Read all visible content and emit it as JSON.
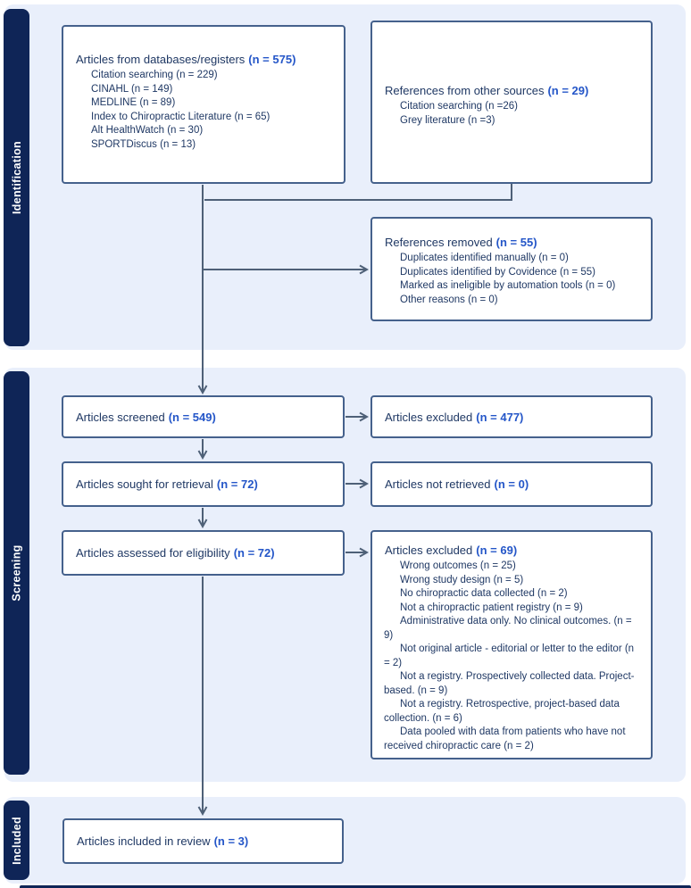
{
  "sidebar": {
    "identification_label": "Identification",
    "screening_label": "Screening",
    "included_label": "Included"
  },
  "boxes": {
    "databases": {
      "title": "Articles from databases/registers",
      "n": "(n = 575)",
      "details": [
        "Citation searching (n = 229)",
        "CINAHL (n = 149)",
        "MEDLINE (n = 89)",
        "Index to Chiropractic Literature (n = 65)",
        "Alt HealthWatch (n = 30)",
        "SPORTDiscus (n = 13)"
      ]
    },
    "other_sources": {
      "title": "References from other sources",
      "n": "(n = 29)",
      "details": [
        "Citation searching (n =26)",
        "Grey literature (n =3)"
      ]
    },
    "references_removed": {
      "title": "References removed",
      "n": "(n = 55)",
      "details": [
        "Duplicates identified manually (n = 0)",
        "Duplicates identified by Covidence (n = 55)",
        "Marked as ineligible by automation tools (n = 0)",
        "Other reasons (n = 0)"
      ]
    },
    "screened": {
      "title": "Articles screened",
      "n": "(n = 549)"
    },
    "excluded_screening": {
      "title": "Articles excluded",
      "n": "(n = 477)"
    },
    "sought": {
      "title": "Articles sought for retrieval",
      "n": "(n = 72)"
    },
    "not_retrieved": {
      "title": "Articles not retrieved",
      "n": "(n = 0)"
    },
    "assessed": {
      "title": "Articles assessed for eligibility",
      "n": "(n = 72)"
    },
    "excluded_eligibility": {
      "title": "Articles excluded",
      "n": "(n = 69)",
      "details": [
        "Wrong outcomes (n = 25)",
        "Wrong study design (n = 5)",
        "No chiropractic data collected (n = 2)",
        "Not a chiropractic patient registry (n = 9)",
        "Administrative data only. No clinical outcomes. (n = 9)",
        "Not original article - editorial or letter to the editor (n = 2)",
        "Not a registry. Prospectively collected data. Project-based. (n = 9)",
        "Not a registry. Retrospective, project-based data collection. (n = 6)",
        "Data pooled with data from patients who have not received chiropractic care (n = 2)"
      ]
    },
    "included_review": {
      "title": "Articles included in review",
      "n": "(n = 3)"
    }
  },
  "colors": {
    "panel_background": "#e9effb",
    "stage_label_background": "#0f2557",
    "stage_label_text": "#ffffff",
    "box_border": "#45618c",
    "box_text": "#1f3864",
    "count_text": "#2456c8",
    "arrow": "#4e6077"
  }
}
